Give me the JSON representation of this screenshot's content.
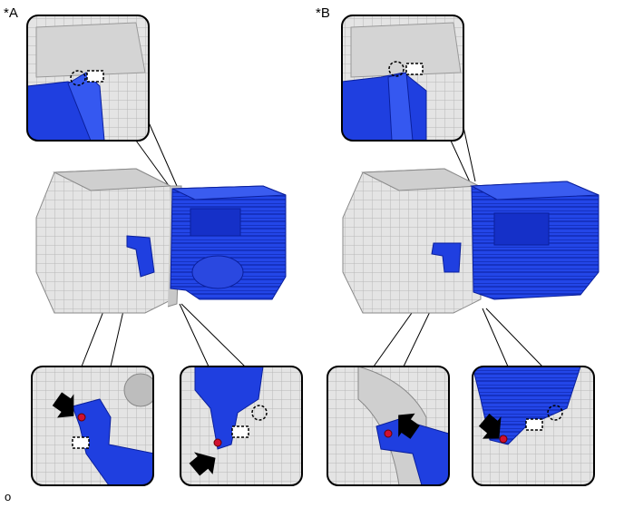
{
  "labels": {
    "variant_a": "*A",
    "variant_b": "*B",
    "figure_code": "o"
  },
  "colors": {
    "part_blue": "#1f3fe0",
    "part_blue_dark": "#0a1f9c",
    "housing_gray": "#dcdcdc",
    "housing_dark": "#9a9a9a",
    "bolt_red": "#d01030",
    "frame": "#000000"
  },
  "icons": [
    "arrow-icon",
    "bolt-icon",
    "claw-icon",
    "clip-icon"
  ]
}
